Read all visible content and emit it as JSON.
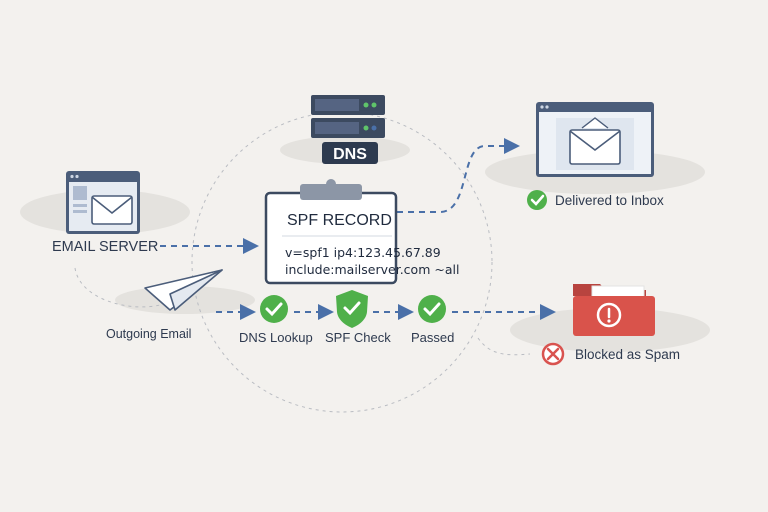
{
  "nodes": {
    "email_server": "EMAIL SERVER",
    "outgoing_email": "Outgoing Email",
    "dns_badge": "DNS",
    "spf_record": {
      "title": "SPF RECORD",
      "line1": "v=spf1 ip4:123.45.67.89",
      "line2": "include:mailserver.com ~all"
    },
    "dns_lookup": "DNS Lookup",
    "spf_check": "SPF Check",
    "passed": "Passed",
    "delivered": "Delivered to Inbox",
    "blocked": "Blocked as Spam"
  },
  "colors": {
    "arrow": "#4a70a8",
    "check_green": "#4fb04a",
    "error_red": "#d9534f",
    "folder_red": "#d9534b",
    "server_dark": "#3c4a60",
    "window_frame": "#4b5d7a"
  },
  "icons": [
    "server-icon",
    "envelope-icon",
    "paper-plane-icon",
    "clipboard-icon",
    "inbox-window-icon",
    "spam-folder-icon",
    "check-icon",
    "shield-check-icon",
    "x-circle-icon"
  ]
}
